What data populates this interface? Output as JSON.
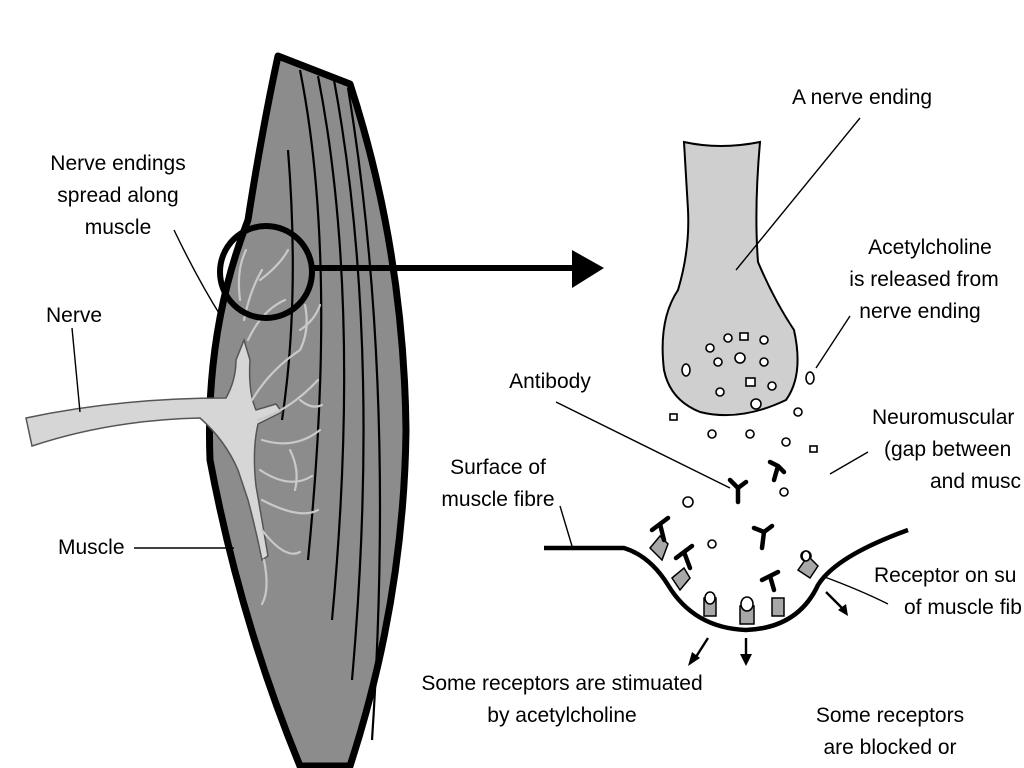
{
  "labels": {
    "nerve_endings_line1": "Nerve endings",
    "nerve_endings_line2": "spread along",
    "nerve_endings_line3": "muscle",
    "nerve": "Nerve",
    "muscle": "Muscle",
    "a_nerve_ending": "A nerve ending",
    "ach_line1": "Acetylcholine",
    "ach_line2": "is released from",
    "ach_line3": "nerve ending",
    "antibody": "Antibody",
    "surface_line1": "Surface of",
    "surface_line2": "muscle fibre",
    "nmj_line1": "Neuromuscular",
    "nmj_line2": "(gap between",
    "nmj_line3": "and musc",
    "receptor_line1": "Receptor on su",
    "receptor_line2": "of muscle fib",
    "stimulated_line1": "Some receptors are stimuated",
    "stimulated_line2": "by acetylcholine",
    "blocked_line1": "Some receptors",
    "blocked_line2": "are blocked or"
  },
  "colors": {
    "muscle_fill": "#8c8c8c",
    "nerve_fill": "#d6d6d6",
    "ending_fill": "#cfcfcf",
    "receptor_fill": "#a8a8a8"
  }
}
